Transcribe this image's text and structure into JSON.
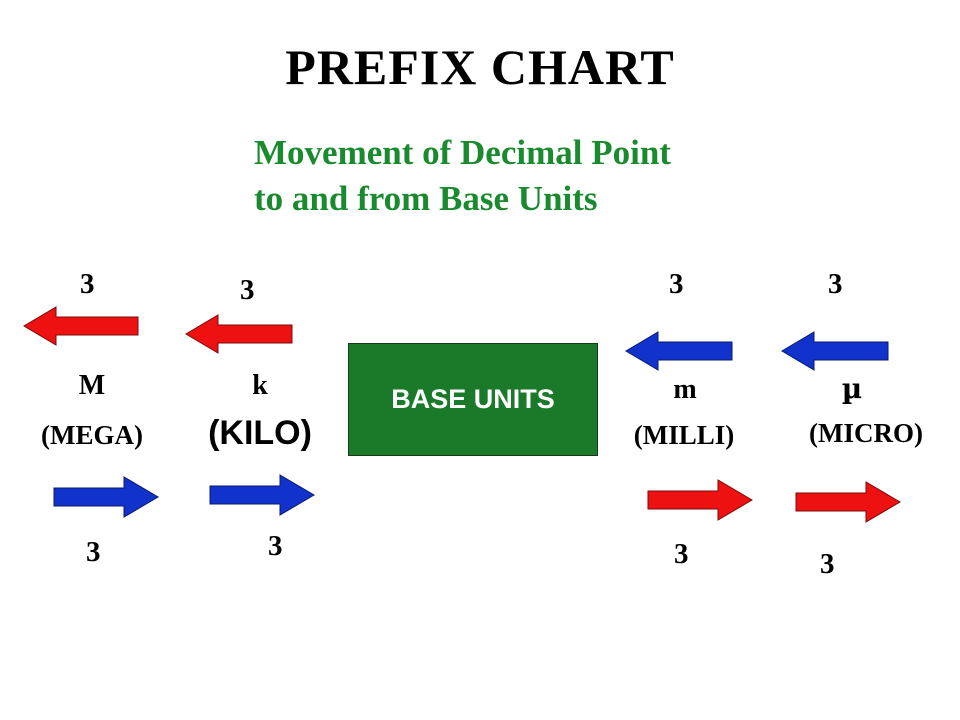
{
  "title": "PREFIX  CHART",
  "subtitle_line1": "Movement of Decimal Point",
  "subtitle_line2": "to and from Base Units",
  "base_units": "BASE UNITS",
  "prefixes": {
    "mega": {
      "symbol": "M",
      "name": "(MEGA)",
      "count_left": "3",
      "count_right": "3"
    },
    "kilo": {
      "symbol": "k",
      "name": "(KILO)",
      "count_left": "3",
      "count_right": "3"
    },
    "milli": {
      "symbol": "m",
      "name": "(MILLI)",
      "count_left": "3",
      "count_right": "3"
    },
    "micro": {
      "symbol": "µ",
      "name": "(MICRO)",
      "count_left": "3",
      "count_right": "3"
    }
  },
  "colors": {
    "title": "#000000",
    "subtitle": "#1a8a2e",
    "base_box": "#1a7a2a",
    "arrow_red": "#ee1111",
    "arrow_blue": "#1133cc"
  }
}
